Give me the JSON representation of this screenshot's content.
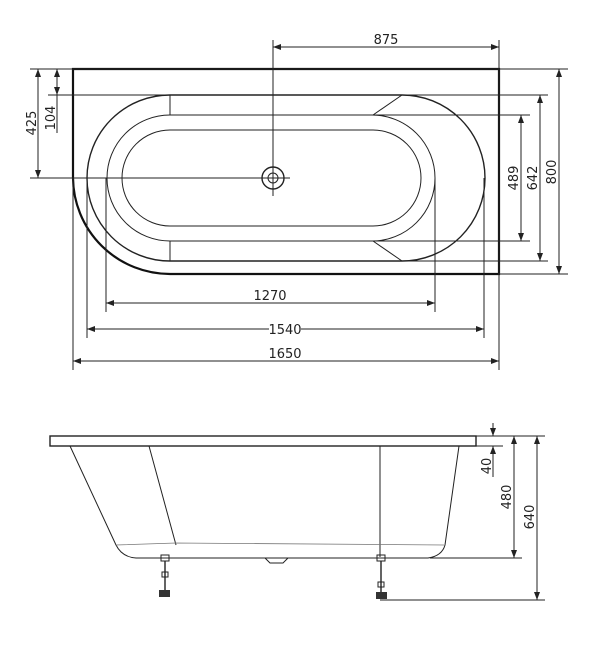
{
  "top_view": {
    "dimensions": {
      "drain_offset": "875",
      "drain_from_top": "425",
      "rim_top": "104",
      "inner_width": "489",
      "middle_width": "642",
      "total_width": "800",
      "inner_length": "1270",
      "rim_length": "1540",
      "total_length": "1650"
    }
  },
  "side_view": {
    "dimensions": {
      "rim_thickness": "40",
      "depth": "480",
      "total_height": "640"
    }
  },
  "colors": {
    "line": "#222222",
    "background": "#ffffff"
  }
}
